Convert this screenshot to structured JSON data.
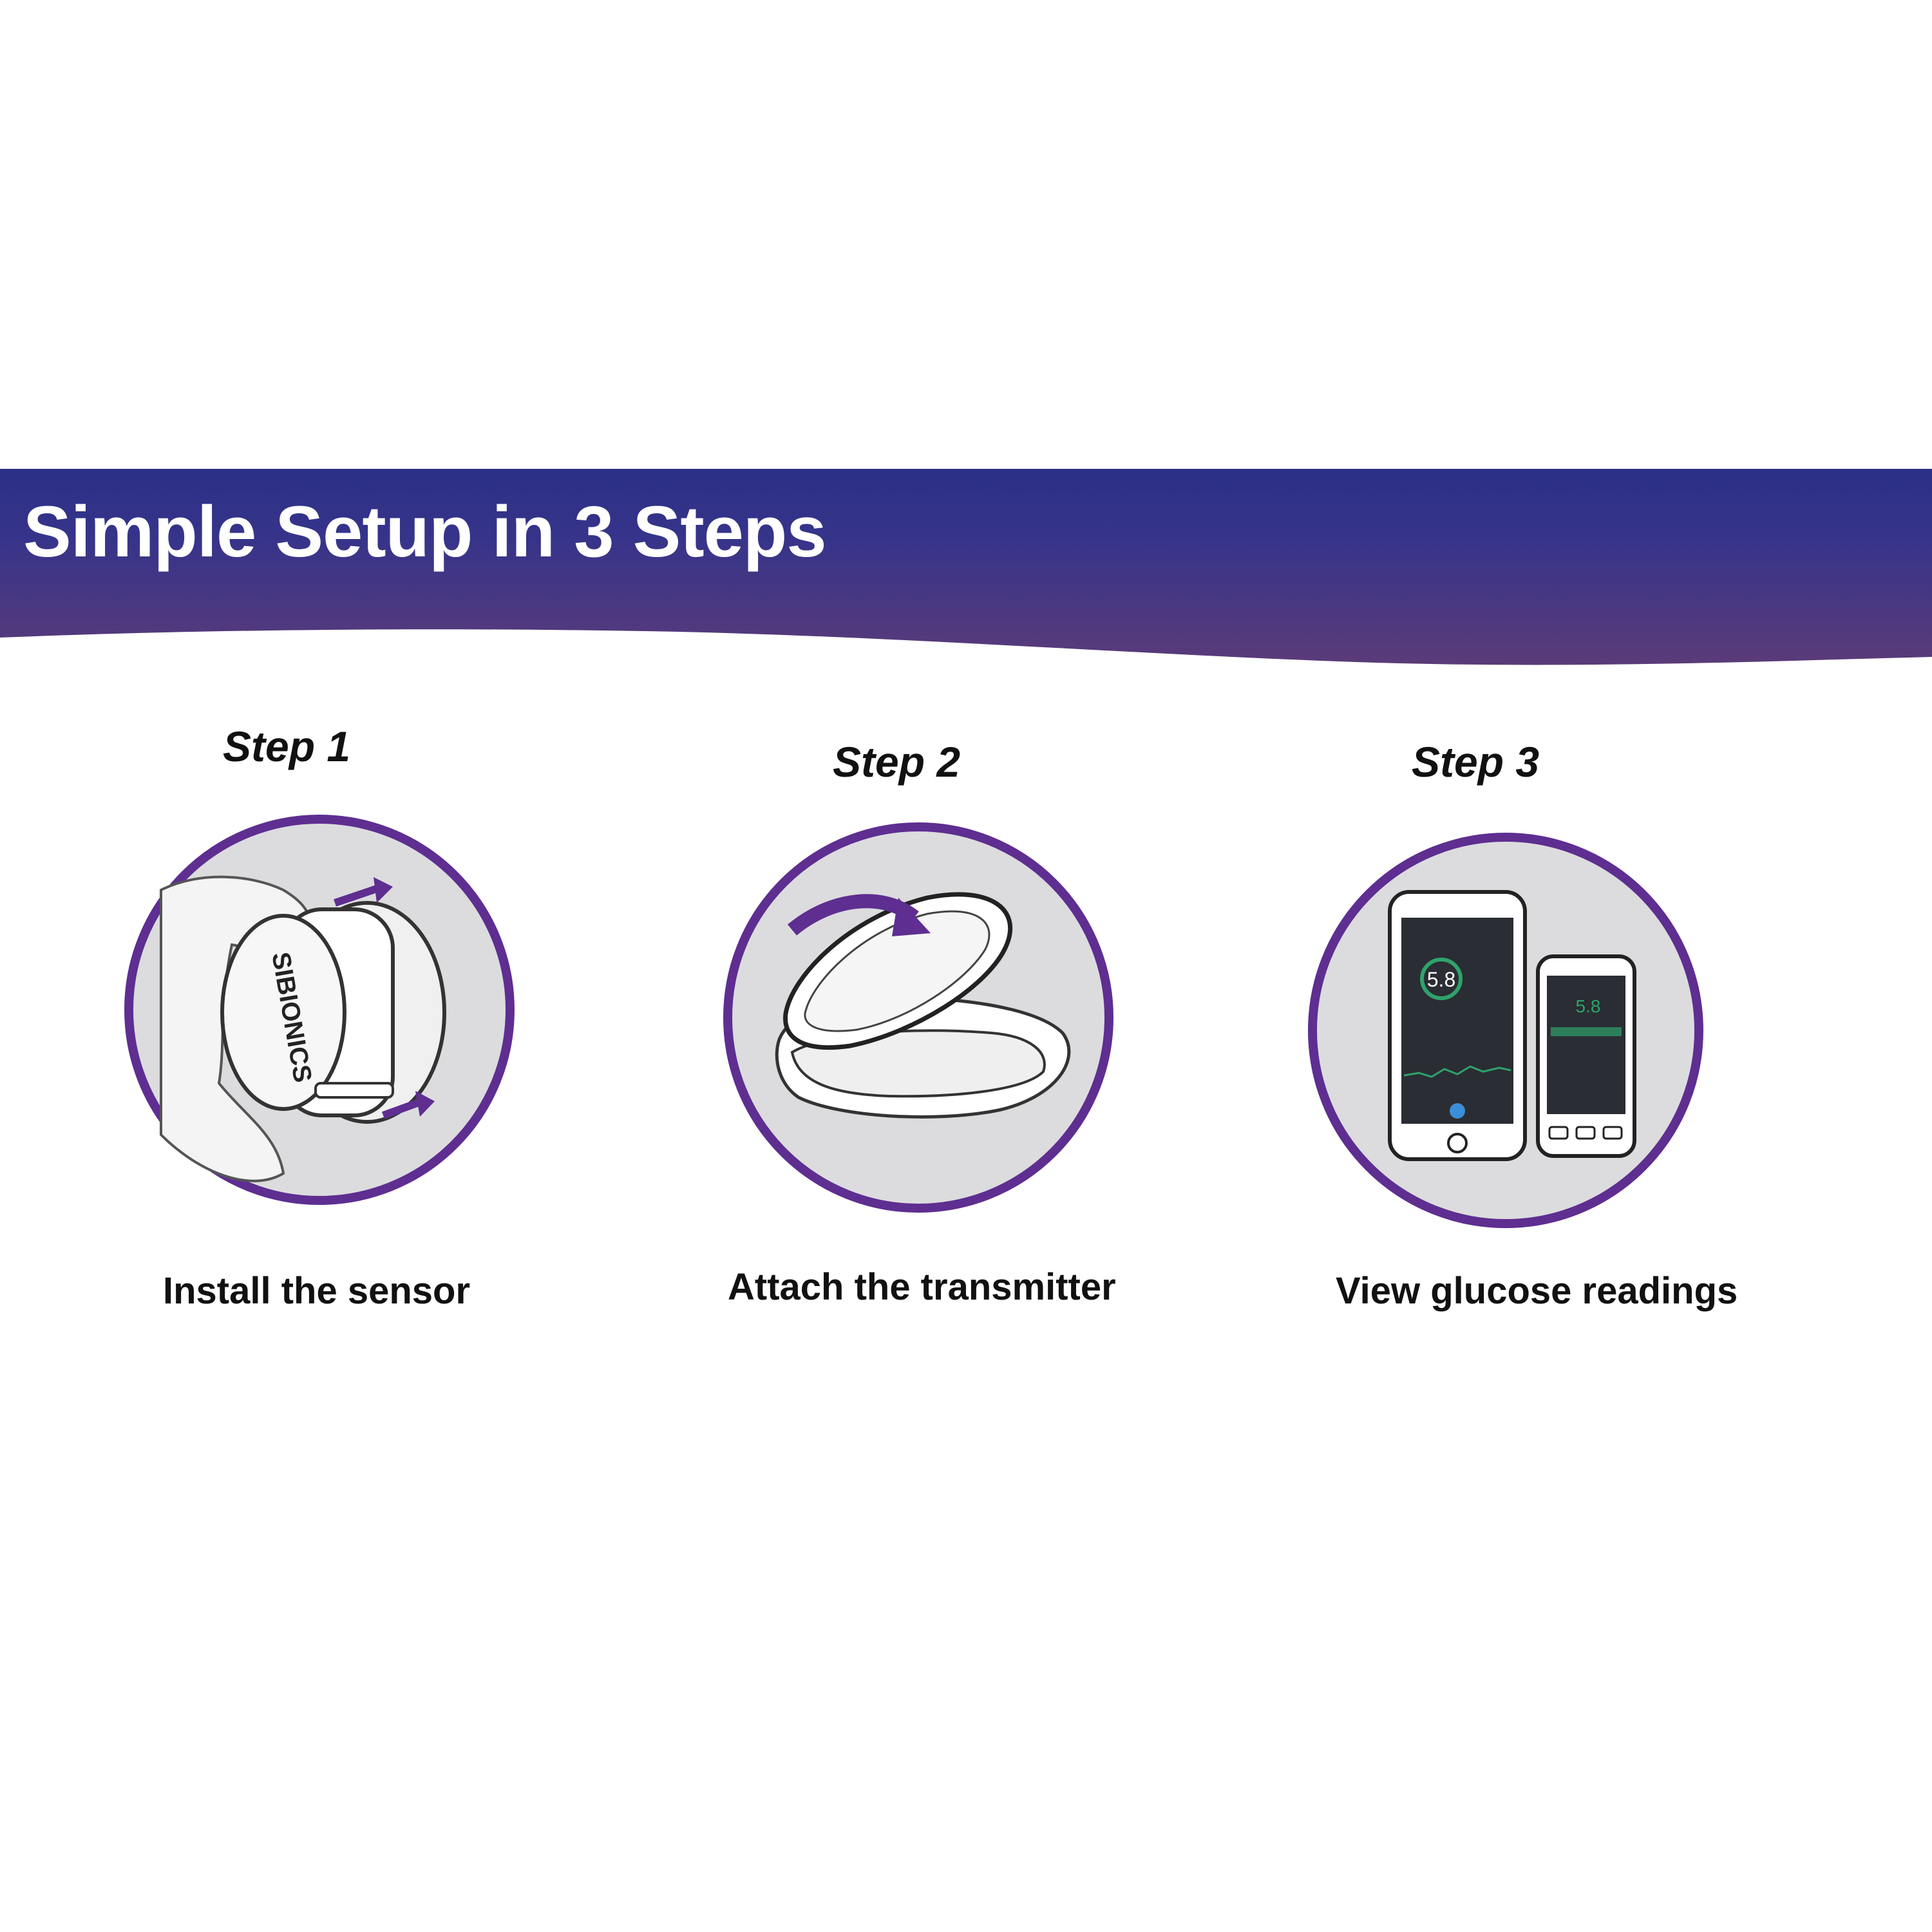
{
  "title": "Simple Setup in 3 Steps",
  "colors": {
    "banner_top": "#2b2f86",
    "banner_bottom": "#5b3a78",
    "circle_ring": "#5e2e91",
    "circle_fill": "#dcdcde",
    "arrow": "#5e2e91",
    "glucose_ring": "#2ea36b"
  },
  "steps": [
    {
      "label": "Step 1",
      "caption": "Install the sensor",
      "icon": "sensor-applicator-icon",
      "device_brand": "SIBIONICS"
    },
    {
      "label": "Step 2",
      "caption": "Attach the transmitter",
      "icon": "transmitter-attach-icon"
    },
    {
      "label": "Step 3",
      "caption": "View glucose readings",
      "icon": "phone-and-reader-icon",
      "phone_reading": "5.8",
      "reader_reading": "5.8"
    }
  ]
}
